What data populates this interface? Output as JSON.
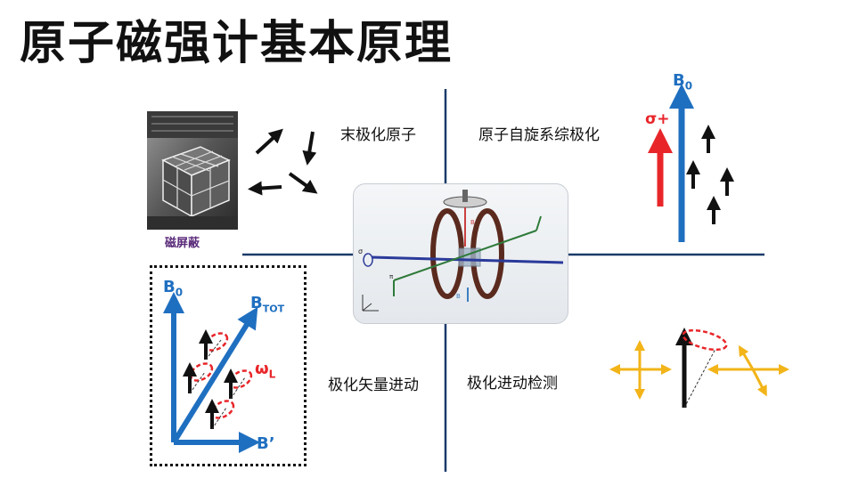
{
  "title": "原子磁强计基本原理",
  "labels": {
    "unpolarized": "末极化原子",
    "spin_polarization": "原子自旋系综极化",
    "precession": "极化矢量进动",
    "detection": "极化进动检测",
    "shield_caption": "磁屏蔽"
  },
  "vectors": {
    "b0": "B",
    "b0_sub": "0",
    "btot": "B",
    "btot_sub": "TOT",
    "bprime": "B’",
    "omega": "ω",
    "omega_sub": "L",
    "sigma": "σ+"
  },
  "colors": {
    "blue": "#1f6fc0",
    "red": "#e8262a",
    "gold": "#f2b418",
    "axis_line": "#1a3a6a"
  }
}
